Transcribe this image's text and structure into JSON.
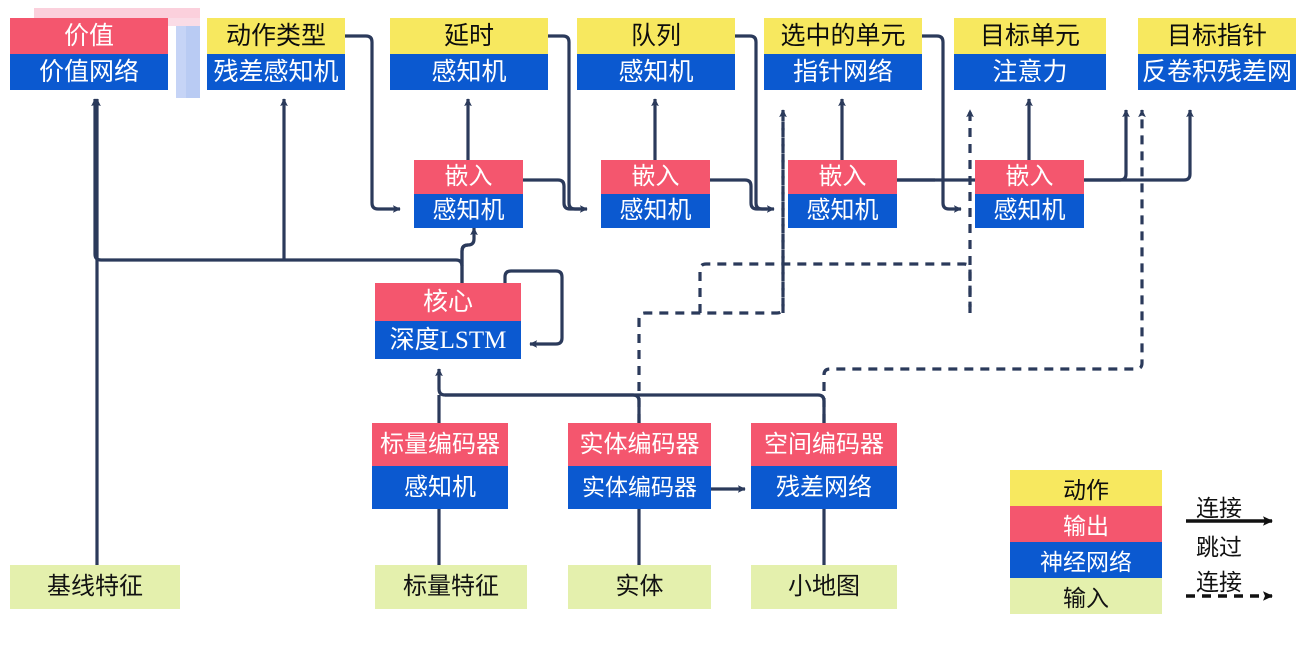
{
  "diagram": {
    "title": "StarCraft II agent network architecture diagram",
    "colors": {
      "action": "#F7E85F",
      "output": "#F4566E",
      "network": "#0B59D0",
      "input": "#E4F0AD",
      "wire": "#2B3A5B"
    }
  },
  "nodes": {
    "value": {
      "top": "价值",
      "bottom": "价值网络"
    },
    "action_type": {
      "top": "动作类型",
      "bottom": "残差感知机"
    },
    "delay": {
      "top": "延时",
      "bottom": "感知机"
    },
    "queue": {
      "top": "队列",
      "bottom": "感知机"
    },
    "selected_units": {
      "top": "选中的单元",
      "bottom": "指针网络"
    },
    "target_unit": {
      "top": "目标单元",
      "bottom": "注意力"
    },
    "target_point": {
      "top": "目标指针",
      "bottom": "反卷积残差网"
    },
    "embed1": {
      "top": "嵌入",
      "bottom": "感知机"
    },
    "embed2": {
      "top": "嵌入",
      "bottom": "感知机"
    },
    "embed3": {
      "top": "嵌入",
      "bottom": "感知机"
    },
    "embed4": {
      "top": "嵌入",
      "bottom": "感知机"
    },
    "core": {
      "top": "核心",
      "bottom": "深度LSTM"
    },
    "scalar_encoder": {
      "top": "标量编码器",
      "bottom": "感知机"
    },
    "entity_encoder": {
      "top": "实体编码器",
      "bottom": "实体编码器"
    },
    "spatial_encoder": {
      "top": "空间编码器",
      "bottom": "残差网络"
    },
    "baseline_features": {
      "label": "基线特征"
    },
    "scalar_features": {
      "label": "标量特征"
    },
    "entities": {
      "label": "实体"
    },
    "minimap": {
      "label": "小地图"
    }
  },
  "legend": {
    "swatches": [
      {
        "label": "动作",
        "kind": "action"
      },
      {
        "label": "输出",
        "kind": "output"
      },
      {
        "label": "神经网络",
        "kind": "network"
      },
      {
        "label": "输入",
        "kind": "input"
      }
    ],
    "edges": [
      {
        "label": "连接",
        "style": "solid"
      },
      {
        "label": "跳过",
        "style": "dashed"
      },
      {
        "label": "连接",
        "style": "dashed"
      }
    ]
  }
}
